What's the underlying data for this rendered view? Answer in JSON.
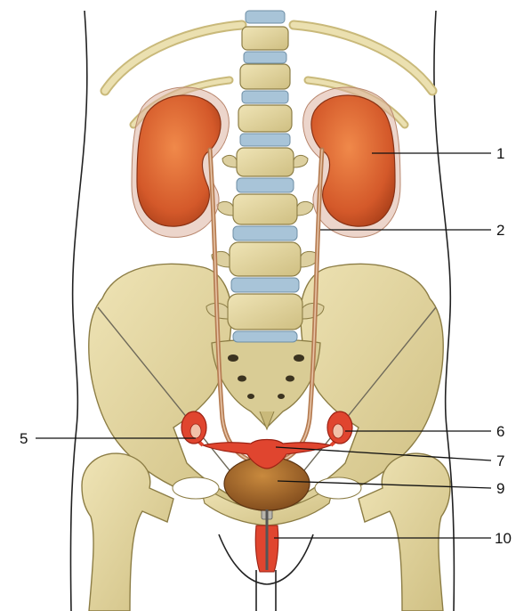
{
  "labels": {
    "kidney": "1",
    "ureter": "2",
    "ovary_right": "5",
    "ovary_left": "6",
    "uterus": "7",
    "bladder": "9",
    "urethra": "10"
  },
  "colors": {
    "bone": "#e6d9a3",
    "bone_shadow": "#c9b97a",
    "disc": "#9fbcd2",
    "kidney": "#d8632a",
    "kidney_capsule": "#d9a892",
    "ureter": "#c98d62",
    "uterus": "#e0452f",
    "bladder": "#a9652b",
    "outline": "#222222"
  }
}
